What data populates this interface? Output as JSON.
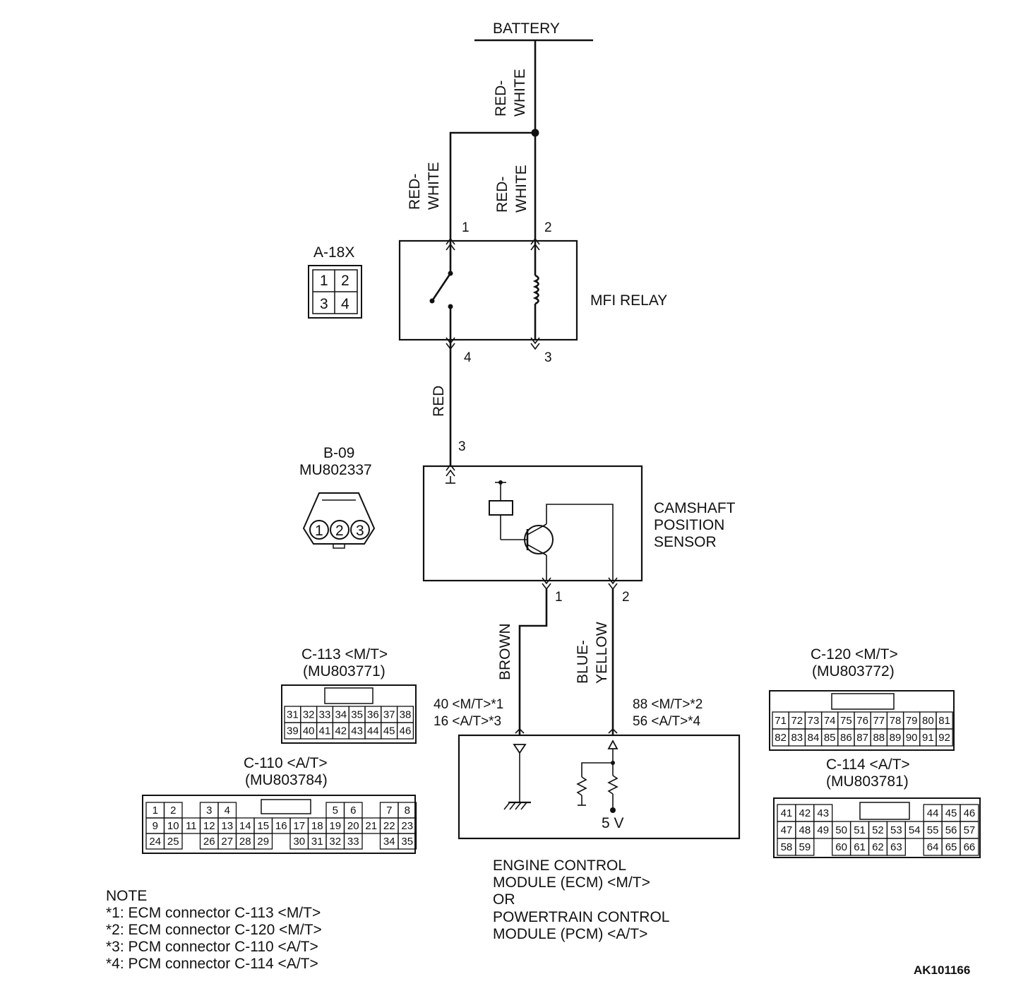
{
  "battery": {
    "label": "BATTERY"
  },
  "wires": {
    "battery_feed": [
      "RED-",
      "WHITE"
    ],
    "relay_pin1": [
      "RED-",
      "WHITE"
    ],
    "relay_pin2": [
      "RED-",
      "WHITE"
    ],
    "relay_to_sensor": "RED",
    "sensor_pin1": "BROWN",
    "sensor_pin2": [
      "BLUE-",
      "YELLOW"
    ]
  },
  "mfi_relay": {
    "label": "MFI RELAY",
    "connector": "A-18X",
    "pins": [
      "1",
      "2",
      "4",
      "3"
    ],
    "connector_cells": [
      "1",
      "2",
      "3",
      "4"
    ]
  },
  "cam_sensor": {
    "label": [
      "CAMSHAFT",
      "POSITION",
      "SENSOR"
    ],
    "connector": "B-09",
    "part_number": "MU802337",
    "pins": [
      "3",
      "1",
      "2"
    ],
    "connector_cells": [
      "1",
      "2",
      "3"
    ]
  },
  "ecm": {
    "pin_left": [
      "40 <M/T>*1",
      "16 <A/T>*3"
    ],
    "pin_right": [
      "88 <M/T>*2",
      "56 <A/T>*4"
    ],
    "voltage": "5 V",
    "label": [
      "ENGINE CONTROL",
      "MODULE (ECM) <M/T>",
      "OR",
      "POWERTRAIN CONTROL",
      "MODULE (PCM) <A/T>"
    ]
  },
  "connectors": {
    "c113": {
      "title": "C-113 <M/T>",
      "part": "(MU803771)",
      "rows": [
        [
          "31",
          "32",
          "33",
          "34",
          "35",
          "36",
          "37",
          "38"
        ],
        [
          "39",
          "40",
          "41",
          "42",
          "43",
          "44",
          "45",
          "46"
        ]
      ]
    },
    "c110": {
      "title": "C-110 <A/T>",
      "part": "(MU803784)",
      "rows": [
        [
          "1",
          "2",
          "",
          "3",
          "4",
          "",
          "",
          "",
          "",
          "",
          "5",
          "6",
          "",
          "7",
          "8"
        ],
        [
          "9",
          "10",
          "11",
          "12",
          "13",
          "14",
          "15",
          "16",
          "17",
          "18",
          "19",
          "20",
          "21",
          "22",
          "23"
        ],
        [
          "24",
          "25",
          "",
          "26",
          "27",
          "28",
          "29",
          "",
          "30",
          "31",
          "32",
          "33",
          "",
          "34",
          "35"
        ]
      ]
    },
    "c120": {
      "title": "C-120 <M/T>",
      "part": "(MU803772)",
      "rows": [
        [
          "71",
          "72",
          "73",
          "74",
          "75",
          "76",
          "77",
          "78",
          "79",
          "80",
          "81"
        ],
        [
          "82",
          "83",
          "84",
          "85",
          "86",
          "87",
          "88",
          "89",
          "90",
          "91",
          "92"
        ]
      ]
    },
    "c114": {
      "title": "C-114 <A/T>",
      "part": "(MU803781)",
      "rows": [
        [
          "41",
          "42",
          "43",
          "",
          "",
          "",
          "",
          "",
          "44",
          "45",
          "46"
        ],
        [
          "47",
          "48",
          "49",
          "50",
          "51",
          "52",
          "53",
          "54",
          "55",
          "56",
          "57"
        ],
        [
          "58",
          "59",
          "",
          "60",
          "61",
          "62",
          "63",
          "",
          "64",
          "65",
          "66"
        ]
      ]
    }
  },
  "note": {
    "title": "NOTE",
    "lines": [
      "*1: ECM connector C-113 <M/T>",
      "*2: ECM connector C-120 <M/T>",
      "*3: PCM connector C-110 <A/T>",
      "*4: PCM connector C-114 <A/T>"
    ]
  },
  "figure_code": "AK101166"
}
